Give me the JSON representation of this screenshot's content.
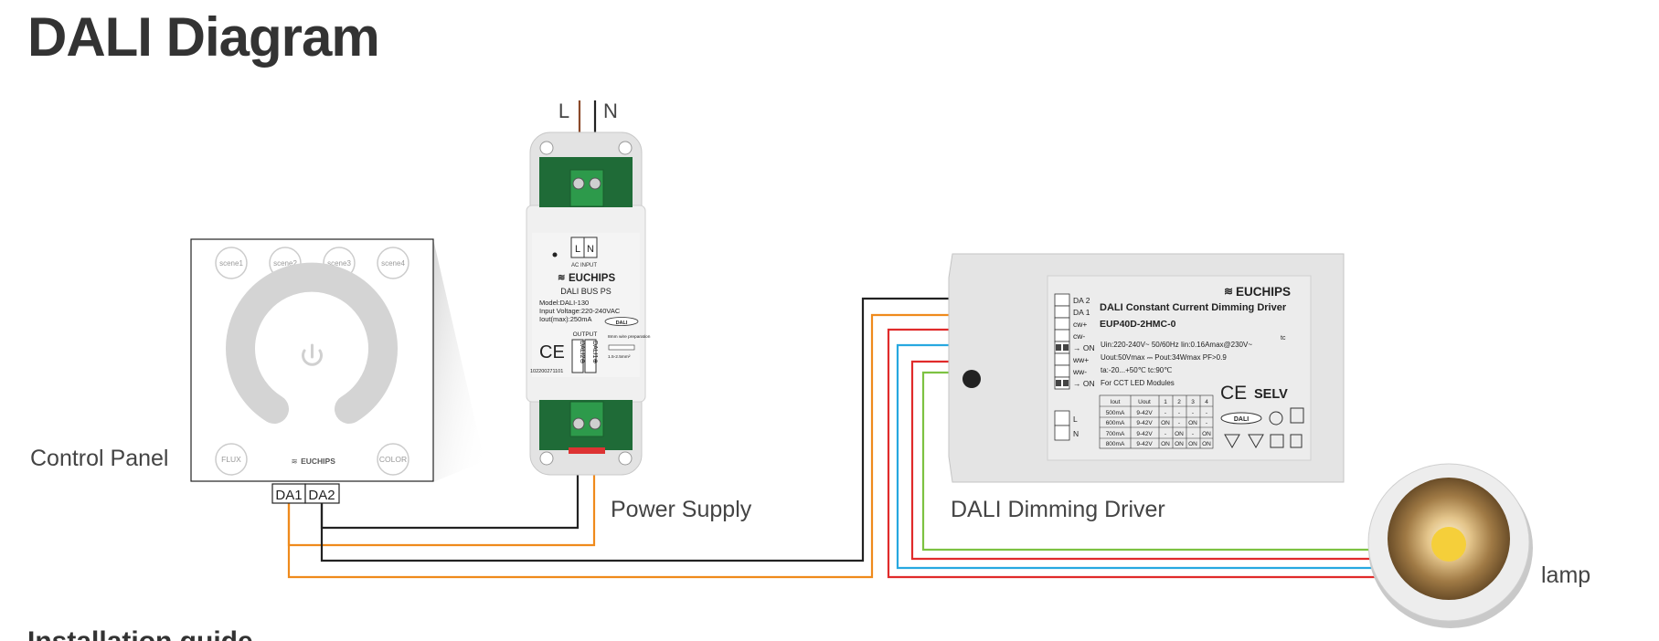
{
  "title": "DALI Diagram",
  "mains": {
    "l": "L",
    "n": "N"
  },
  "control_panel": {
    "label": "Control Panel",
    "scenes": [
      "scene1",
      "scene2",
      "scene3",
      "scene4"
    ],
    "flux": "FLUX",
    "color": "COLOR",
    "brand": "EUCHIPS",
    "terminals": [
      "DA1",
      "DA2"
    ]
  },
  "power_supply": {
    "label": "Power Supply",
    "input_l": "L",
    "input_n": "N",
    "ac_input": "AC INPUT",
    "brand": "EUCHIPS",
    "name": "DALI BUS PS",
    "model": "Model:DALI-130",
    "input_voltage": "Input Voltage:220-240VAC",
    "iout": "Iout(max):250mA",
    "output": "OUTPUT",
    "dali_logo": "DALI",
    "ce": "CE",
    "out1": "DALI1⊕",
    "out2": "DALI2⊖",
    "wire_prep": "8mm wire preparation",
    "wire_size": "1.5-2.5mm²",
    "serial": "102200271101"
  },
  "driver": {
    "label": "DALI Dimming Driver",
    "brand": "EUCHIPS",
    "name": "DALI Constant Current Dimming Driver",
    "model": "EUP40D-2HMC-0",
    "spec1": "Uin:220-240V~   50/60Hz   Iin:0.16Amax@230V~",
    "tc_mark": "tc",
    "spec2": "Uout:50Vmax ⎓      Pout:34Wmax   PF>0.9",
    "spec3": "ta:-20...+50℃   tc:90℃",
    "spec4": "For CCT LED Modules",
    "terminals_top": [
      "DA 2",
      "DA 1",
      "cw+",
      "cw-",
      "→ ON",
      "ww+",
      "ww-",
      "→ ON"
    ],
    "terminals_bottom": [
      "L",
      "N"
    ],
    "ce": "CE",
    "selv": "SELV",
    "dali_logo": "DALI",
    "table": {
      "headers": [
        "Iout",
        "Uout",
        "1",
        "2",
        "3",
        "4"
      ],
      "rows": [
        [
          "500mA",
          "9-42V",
          "-",
          "-",
          "-",
          "-"
        ],
        [
          "600mA",
          "9-42V",
          "ON",
          "-",
          "ON",
          "-"
        ],
        [
          "700mA",
          "9-42V",
          "-",
          "ON",
          "-",
          "ON"
        ],
        [
          "800mA",
          "9-42V",
          "ON",
          "ON",
          "ON",
          "ON"
        ]
      ]
    }
  },
  "lamp": {
    "label": "lamp"
  },
  "colors": {
    "black_wire": "#222222",
    "orange_wire": "#ef8a1c",
    "red_wire": "#e02b2b",
    "blue_wire": "#27a8e0",
    "green_wire": "#7dc242",
    "brown_wire": "#8b4a2b",
    "device_body": "#e8e8e8",
    "terminal_green": "#2d9a4b"
  },
  "bottom_text_fragment": "Installation guide"
}
